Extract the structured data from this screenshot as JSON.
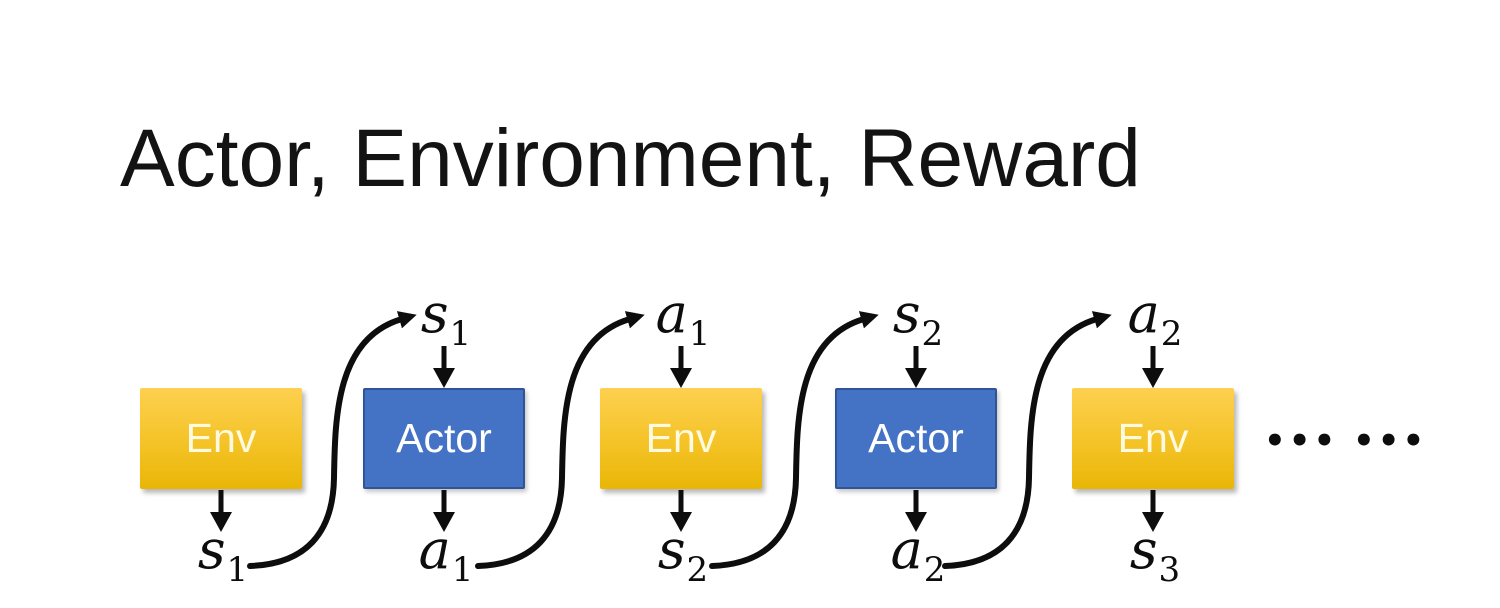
{
  "title": "Actor, Environment, Reward",
  "colors": {
    "ink": "#0d0d0d",
    "title_color": "#131313",
    "env_fill_top": "#FDD050",
    "env_fill_mid": "#F4C327",
    "env_fill_bottom": "#E9B606",
    "env_text": "#FFFAE0",
    "actor_fill": "#4472C4",
    "actor_border": "#2F5597",
    "actor_text": "#FFFFFF"
  },
  "diagram": {
    "units": [
      {
        "type": "env",
        "box_label": "Env",
        "bottom_label": {
          "base": "s",
          "sub": "1"
        }
      },
      {
        "type": "actor",
        "box_label": "Actor",
        "top_label": {
          "base": "s",
          "sub": "1"
        },
        "bottom_label": {
          "base": "a",
          "sub": "1"
        }
      },
      {
        "type": "env",
        "box_label": "Env",
        "top_label": {
          "base": "a",
          "sub": "1"
        },
        "bottom_label": {
          "base": "s",
          "sub": "2"
        }
      },
      {
        "type": "actor",
        "box_label": "Actor",
        "top_label": {
          "base": "s",
          "sub": "2"
        },
        "bottom_label": {
          "base": "a",
          "sub": "2"
        }
      },
      {
        "type": "env",
        "box_label": "Env",
        "top_label": {
          "base": "a",
          "sub": "2"
        },
        "bottom_label": {
          "base": "s",
          "sub": "3"
        }
      }
    ],
    "ellipsis": "••• •••"
  }
}
